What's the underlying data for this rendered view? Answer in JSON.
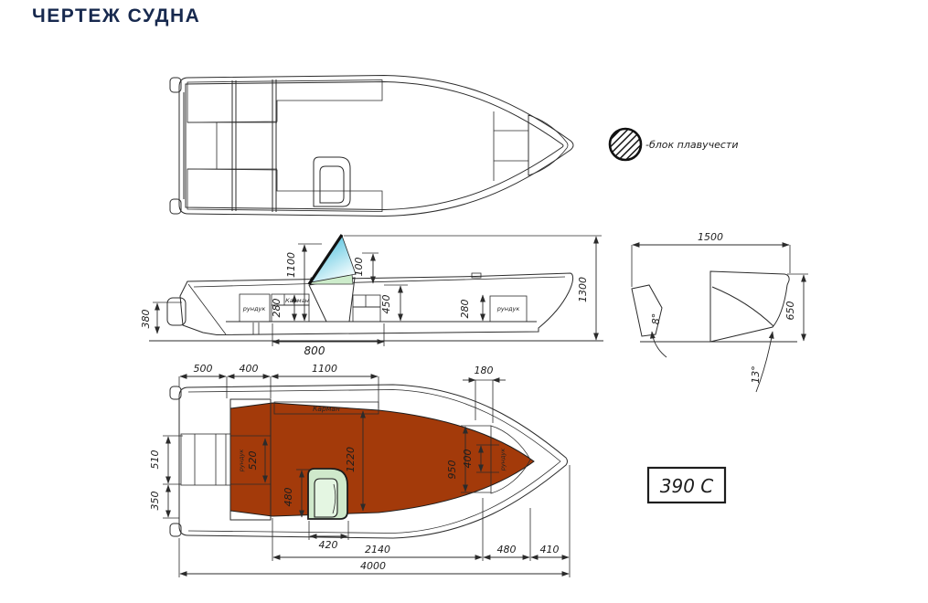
{
  "page": {
    "title": "ЧЕРТЕЖ СУДНА"
  },
  "legend": {
    "label": "-блок плавучести"
  },
  "badge": {
    "model": "390 С"
  },
  "side": {
    "dim_windshield_height": "1100",
    "dim_windshield_above_deck": "100",
    "dim_cockpit_depth": "450",
    "dim_locker_mid": "280",
    "dim_locker_bow": "280",
    "dim_transom_height": "380",
    "dim_console_base": "800",
    "dim_overall_height": "1300",
    "label_locker_stern": "рундук",
    "label_pocket": "Карман",
    "label_locker_bow": "рундук"
  },
  "section": {
    "dim_beam": "1500",
    "dim_height": "650",
    "angle_transom": "8°",
    "angle_deadrise": "13°"
  },
  "plan": {
    "dim_stern_500": "500",
    "dim_locker_400": "400",
    "dim_cockpit_1100": "1100",
    "dim_bow_180": "180",
    "dim_left_510": "510",
    "dim_left_350": "350",
    "dim_locker_520": "520",
    "dim_console_480": "480",
    "dim_deck_width_1220": "1220",
    "dim_bow_width_950": "950",
    "dim_bow_locker_400": "400",
    "dim_console_420": "420",
    "dim_cockpit_2140": "2140",
    "dim_bow_480": "480",
    "dim_bow_410": "410",
    "dim_overall_4000": "4000",
    "label_pocket": "Карман",
    "label_locker_left": "рундук",
    "label_locker_bow": "рундук"
  },
  "colors": {
    "title": "#17294e",
    "deck_red": "#a33a0a",
    "locker_orange": "#df7c13",
    "bow_orange": "#e9932a",
    "pocket_yellow": "#e5ad07",
    "console_green": "#cfe9cb",
    "windshield_blue": "#35b6d8",
    "hull_gray": "#dcdcdc",
    "line": "#222222"
  }
}
